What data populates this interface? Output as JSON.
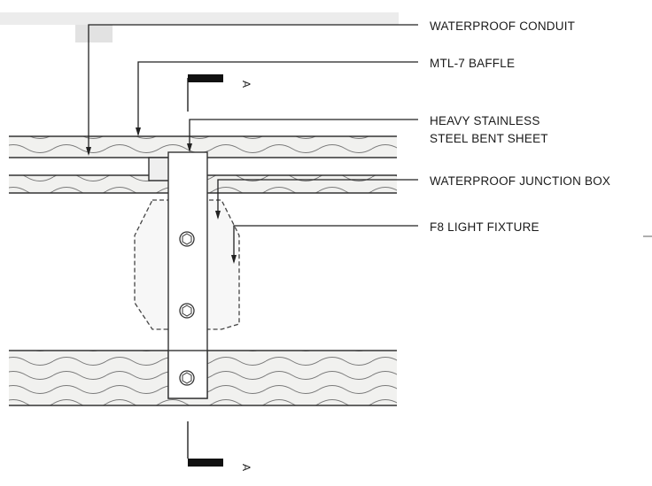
{
  "labels": {
    "waterproof_conduit": "WATERPROOF CONDUIT",
    "mtl7_baffle": "MTL-7 BAFFLE",
    "steel_sheet_line1": "HEAVY STAINLESS",
    "steel_sheet_line2": "STEEL BENT SHEET",
    "junction_box": "WATERPROOF JUNCTION BOX",
    "light_fixture": "F8 LIGHT FIXTURE"
  },
  "section_marker": {
    "top_letter": "A",
    "bottom_letter": "A"
  },
  "colors": {
    "line": "#222222",
    "insulation_fill": "#f1f1ef",
    "fixture_fill": "#f7f7f7",
    "marker_fill": "#111111"
  }
}
